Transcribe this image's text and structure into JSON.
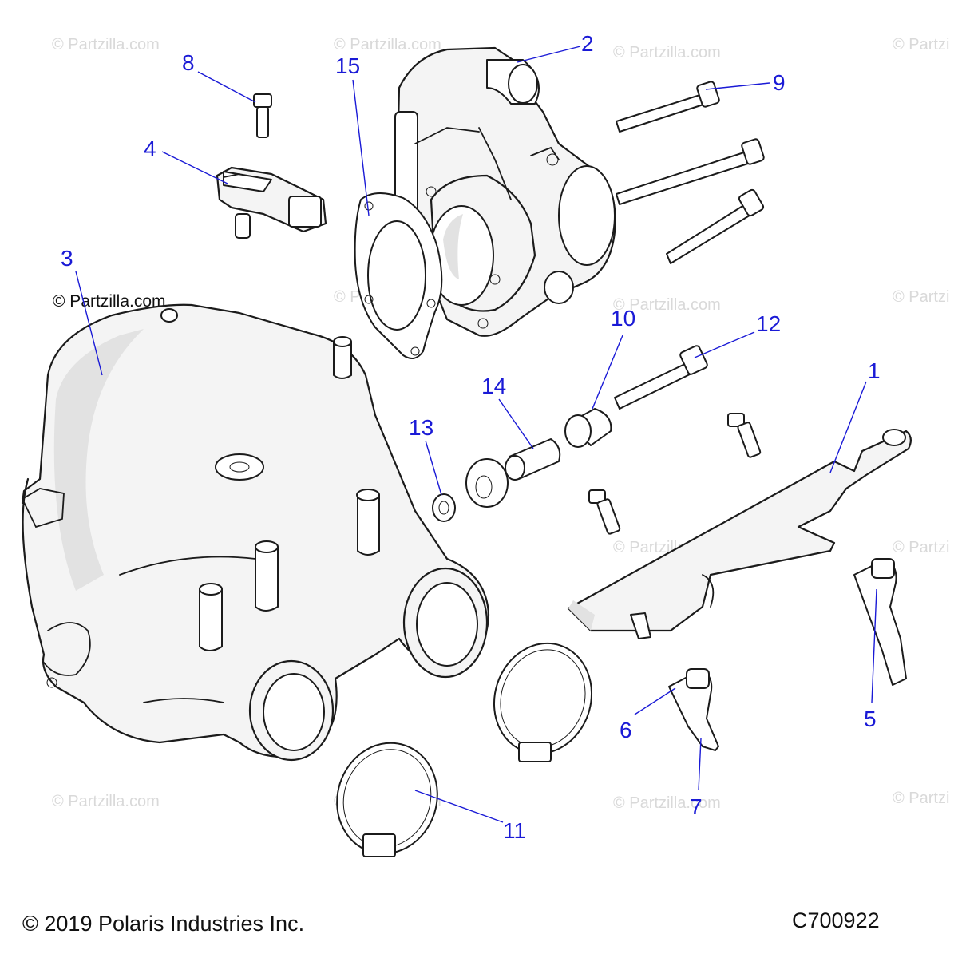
{
  "watermark": {
    "text": "© Partzilla.com",
    "text_short": "© Partzi"
  },
  "callouts": {
    "c1": "1",
    "c2": "2",
    "c3": "3",
    "c4": "4",
    "c5": "5",
    "c6": "6",
    "c7": "7",
    "c8": "8",
    "c9": "9",
    "c10": "10",
    "c11": "11",
    "c12": "12",
    "c13": "13",
    "c14": "14",
    "c15": "15"
  },
  "footer": {
    "copyright": "© 2019 Polaris Industries Inc.",
    "drawing_id": "C700922"
  },
  "colors": {
    "callout": "#1a1ad6",
    "outline": "#1b1b1b",
    "watermark": "#d9d9d9"
  }
}
